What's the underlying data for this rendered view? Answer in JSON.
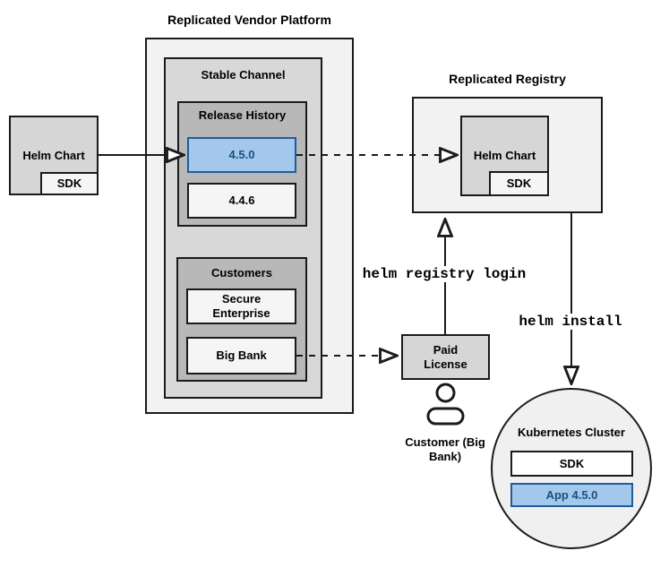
{
  "colors": {
    "line": "#1a1a1a",
    "platform_fill": "#f2f2f2",
    "channel_fill": "#d8d8d8",
    "group_fill": "#b8b8b8",
    "gray_fill": "#d6d6d6",
    "light_fill": "#f5f5f5",
    "circle_fill": "#f0f0f0",
    "white_fill": "#ffffff",
    "blue_fill": "#a4c8ec",
    "blue_border": "#1e5c9a",
    "blue_text": "#17507f"
  },
  "platform": {
    "title": "Replicated Vendor Platform",
    "stable_channel": "Stable Channel",
    "release_history": "Release History",
    "release_new": "4.5.0",
    "release_old": "4.4.6",
    "customers": "Customers",
    "customer_1": "Secure Enterprise",
    "customer_2": "Big Bank"
  },
  "source": {
    "helm_chart": "Helm Chart",
    "sdk": "SDK"
  },
  "registry": {
    "title": "Replicated Registry",
    "helm_chart": "Helm Chart",
    "sdk": "SDK"
  },
  "license": {
    "label": "Paid License",
    "customer_caption": "Customer (Big Bank)"
  },
  "cluster": {
    "title": "Kubernetes Cluster",
    "sdk": "SDK",
    "app": "App 4.5.0"
  },
  "commands": {
    "login": "helm registry login",
    "install": "helm install"
  }
}
